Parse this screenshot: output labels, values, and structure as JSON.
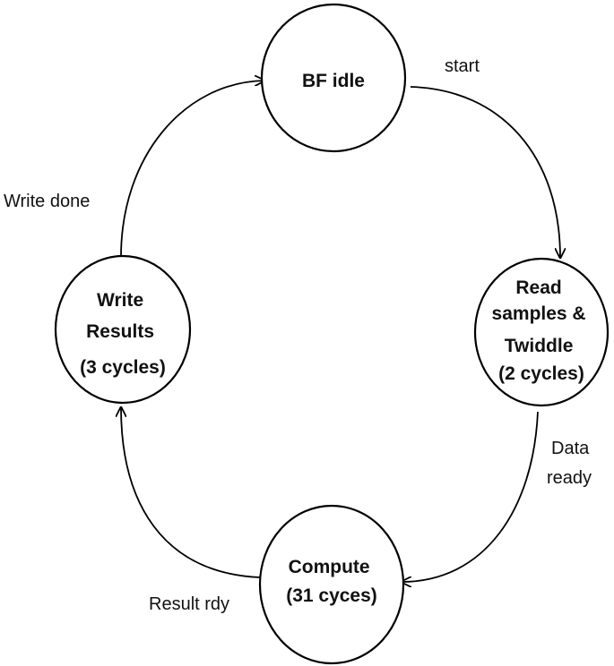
{
  "states": {
    "bf_idle": {
      "lines": [
        "BF idle"
      ]
    },
    "read": {
      "lines": [
        "Read",
        "samples &",
        "Twiddle",
        "(2 cycles)"
      ]
    },
    "compute": {
      "lines": [
        "Compute",
        "(31 cyces)"
      ]
    },
    "write": {
      "lines": [
        "Write",
        "Results",
        "(3 cycles)"
      ]
    }
  },
  "transitions": {
    "start": {
      "lines": [
        "start"
      ]
    },
    "data_ready": {
      "lines": [
        "Data",
        "ready"
      ]
    },
    "result_rdy": {
      "lines": [
        "Result rdy"
      ]
    },
    "write_done": {
      "lines": [
        "Write done"
      ]
    }
  },
  "colors": {
    "stroke": "#000000",
    "text": "#111111",
    "background": "#ffffff"
  }
}
